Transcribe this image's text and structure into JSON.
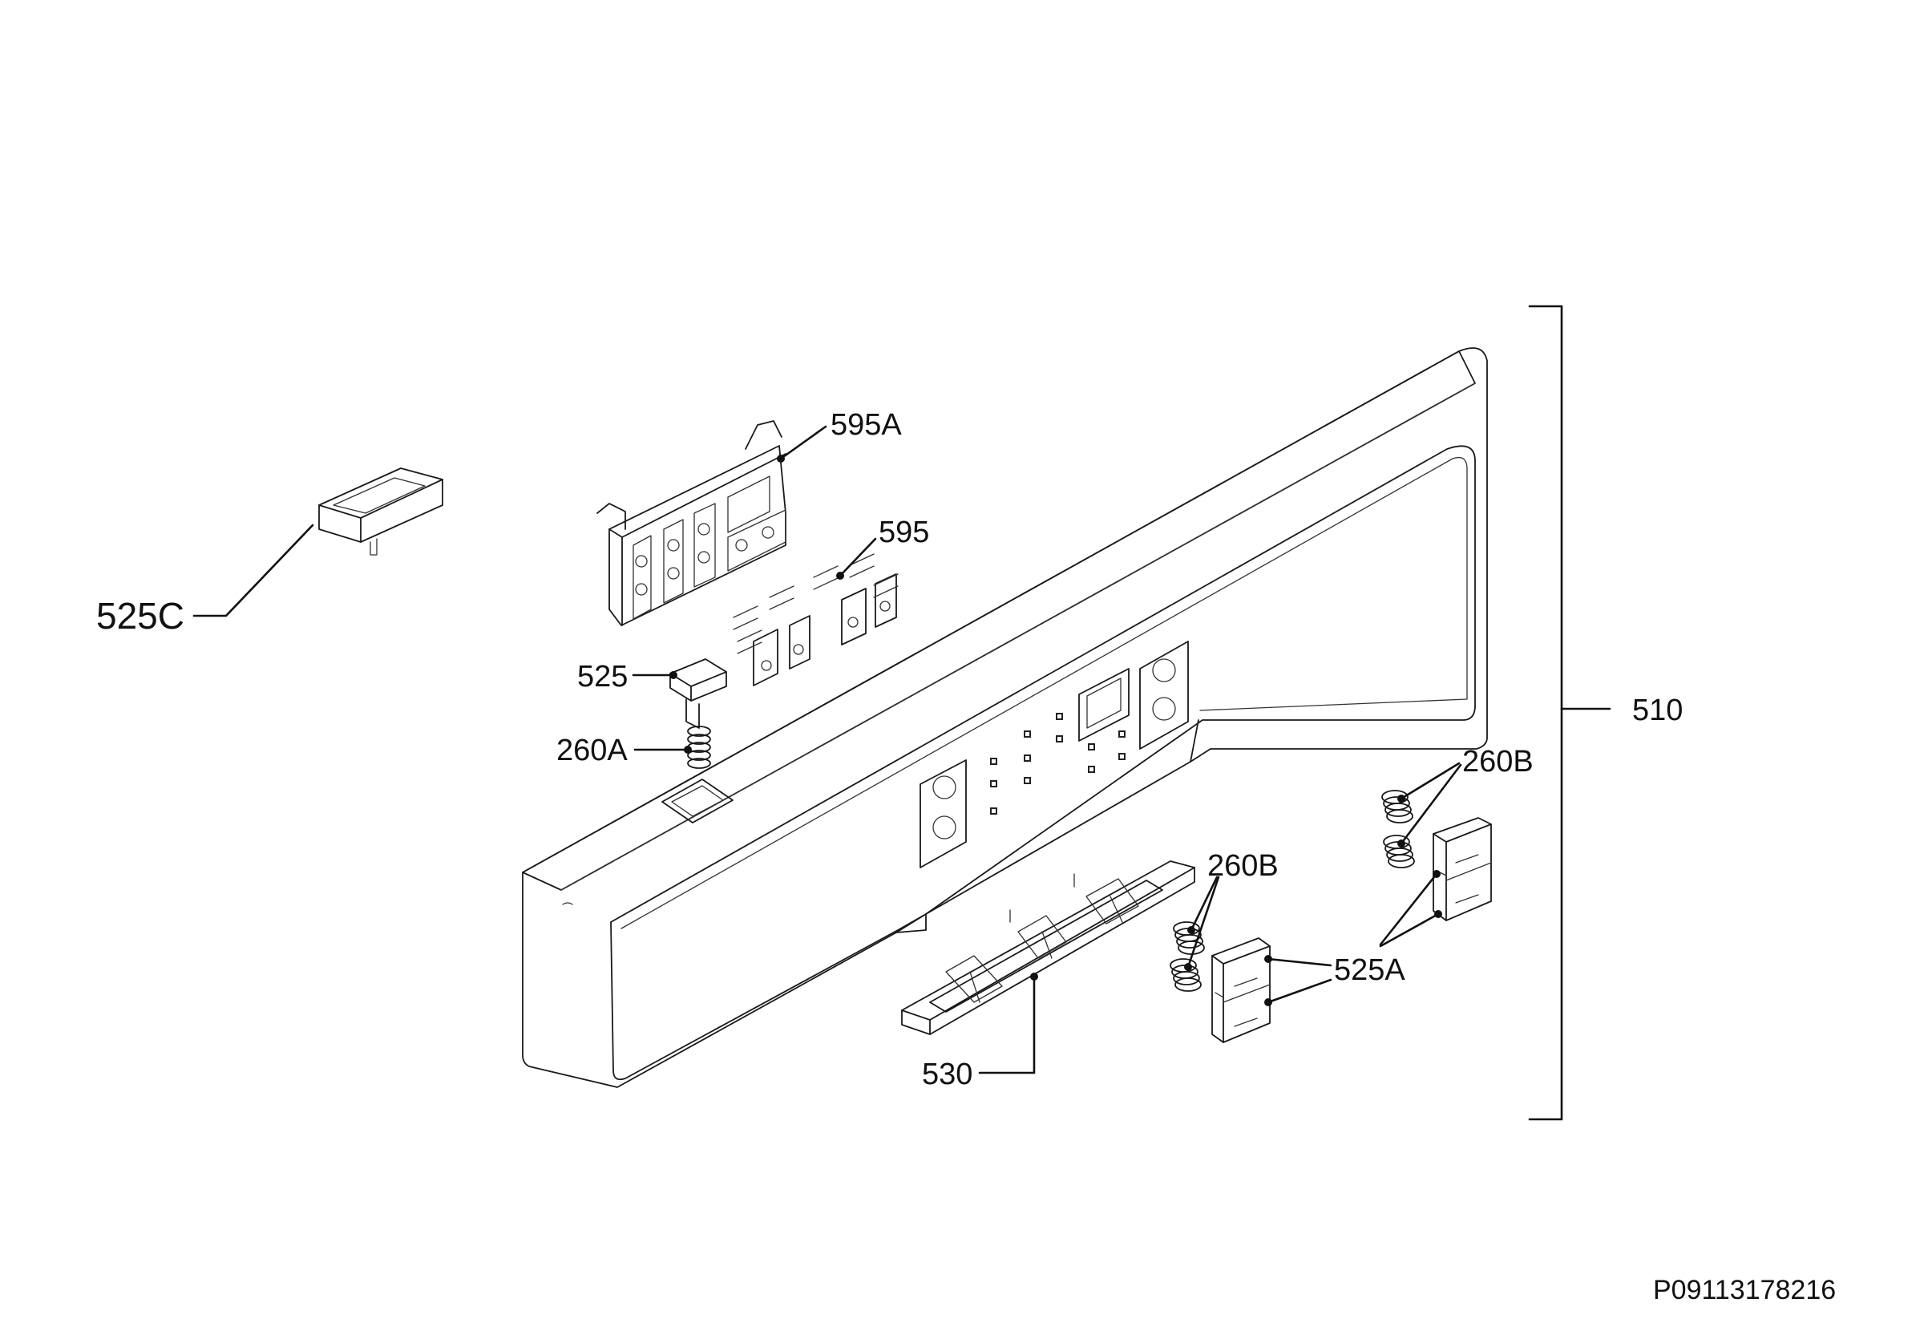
{
  "diagram": {
    "labels": {
      "p525C": "525C",
      "p595A": "595A",
      "p595": "595",
      "p525": "525",
      "p260A": "260A",
      "p510": "510",
      "p260B_right": "260B",
      "p260B_mid": "260B",
      "p525A": "525A",
      "p530": "530"
    },
    "drawing_code": "P09113178216"
  }
}
